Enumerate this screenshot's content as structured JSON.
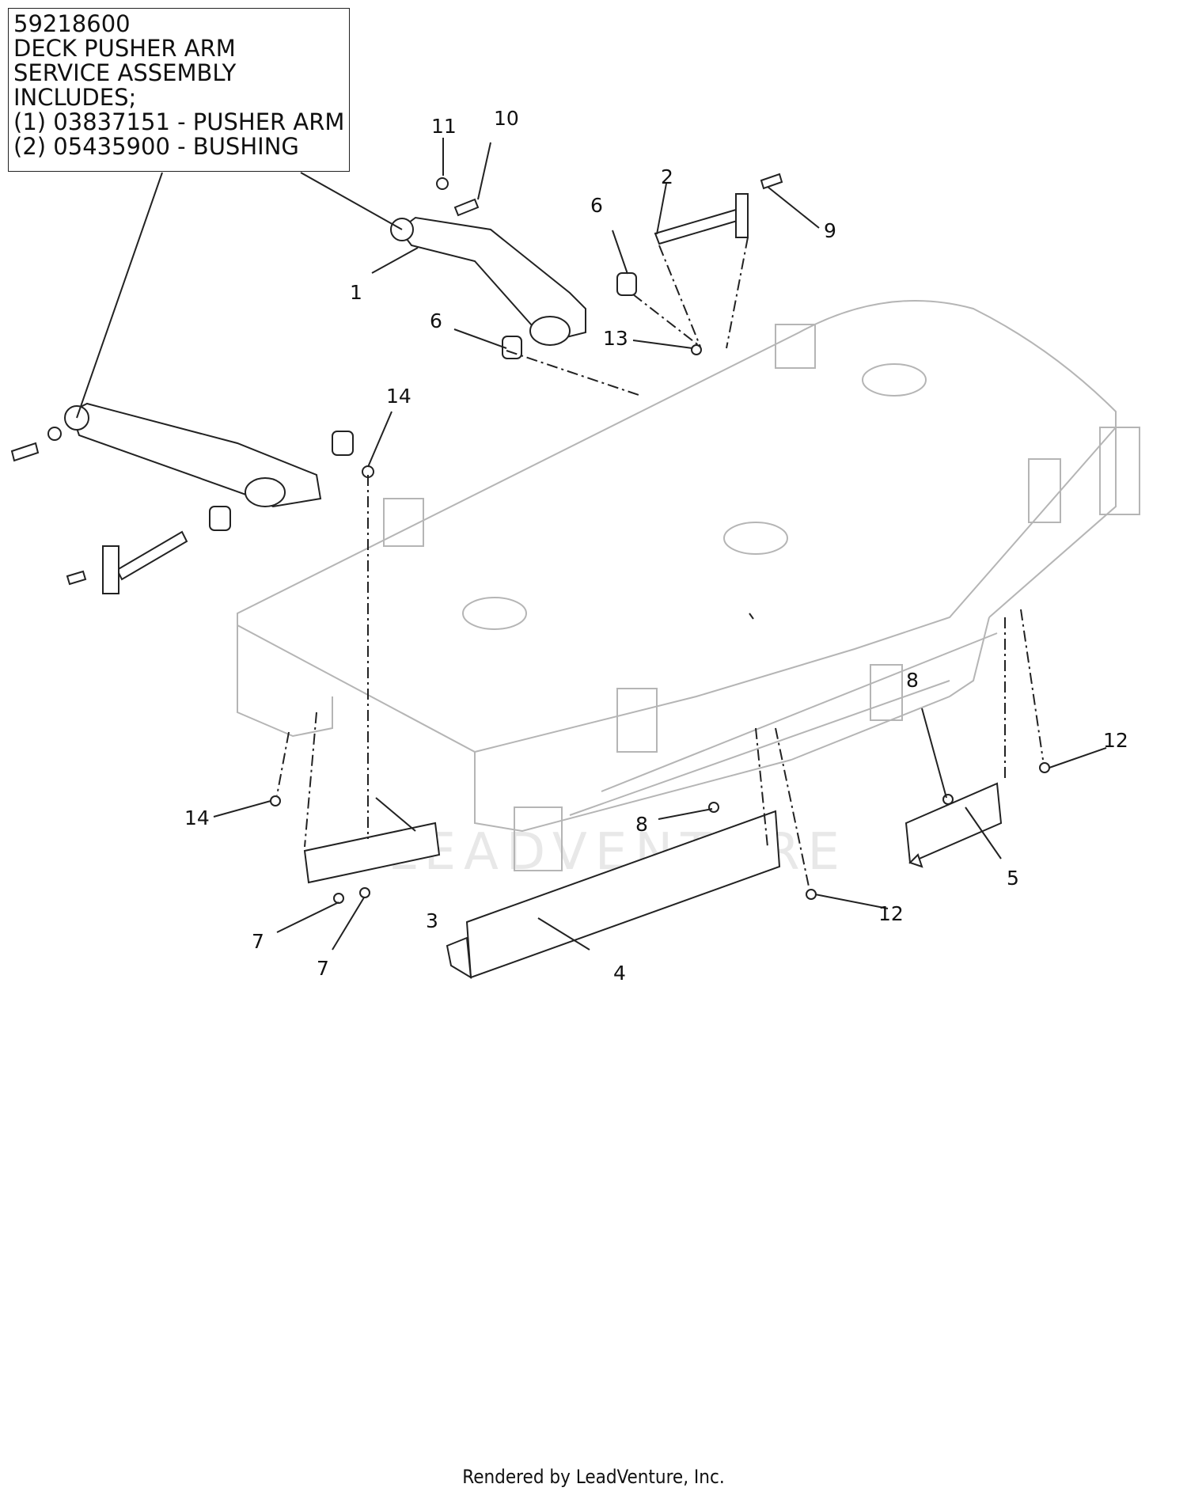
{
  "callout": {
    "lines": [
      "59218600",
      "DECK PUSHER ARM",
      "SERVICE ASSEMBLY",
      "INCLUDES;",
      "(1) 03837151 - PUSHER ARM",
      "(2) 05435900 - BUSHING"
    ]
  },
  "callout_numbers": {
    "n1": "1",
    "n2": "2",
    "n3": "3",
    "n4": "4",
    "n5": "5",
    "n6a": "6",
    "n6b": "6",
    "n7a": "7",
    "n7b": "7",
    "n8a": "8",
    "n8b": "8",
    "n9": "9",
    "n10": "10",
    "n11": "11",
    "n12a": "12",
    "n12b": "12",
    "n13": "13",
    "n14a": "14",
    "n14b": "14"
  },
  "watermark": "LEADVENTURE",
  "footer": "Rendered by LeadVenture, Inc.",
  "colors": {
    "line": "#222222",
    "deck_line": "#b5b5b5",
    "text": "#111111"
  }
}
